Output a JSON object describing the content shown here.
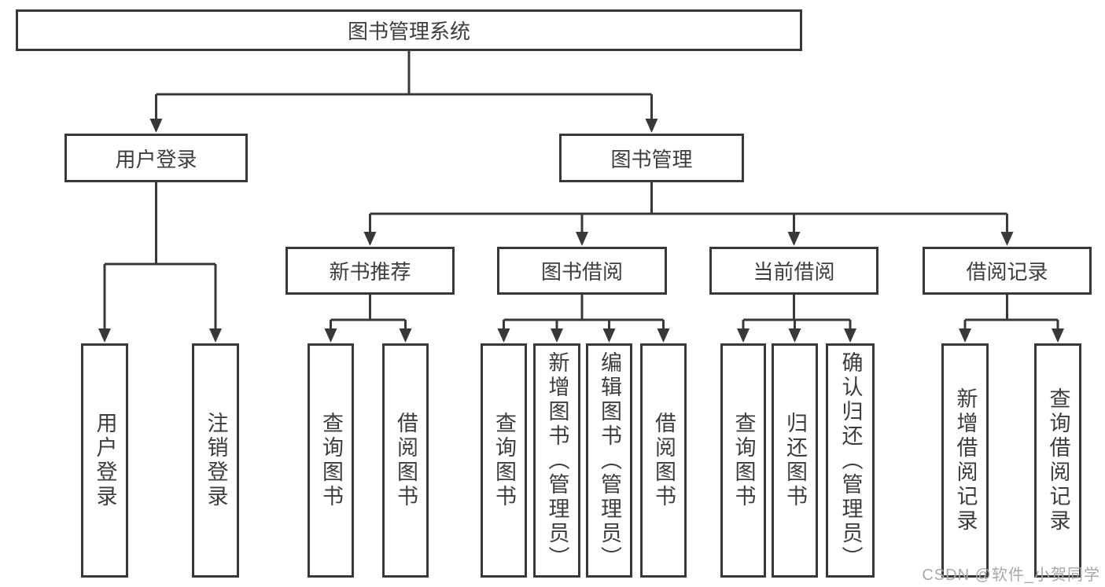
{
  "diagram": {
    "title": "图书管理系统",
    "user_login": {
      "label": "用户登录",
      "children": [
        {
          "label": "用户登录"
        },
        {
          "label": "注销登录"
        }
      ]
    },
    "book_management": {
      "label": "图书管理",
      "new_books": {
        "label": "新书推荐",
        "children": [
          {
            "label": "查询图书"
          },
          {
            "label": "借阅图书"
          }
        ]
      },
      "borrowing": {
        "label": "图书借阅",
        "children": [
          {
            "label": "查询图书"
          },
          {
            "label": "新增图书（管理员）"
          },
          {
            "label": "编辑图书（管理员）"
          },
          {
            "label": "借阅图书"
          }
        ]
      },
      "current": {
        "label": "当前借阅",
        "children": [
          {
            "label": "查询图书"
          },
          {
            "label": "归还图书"
          },
          {
            "label": "确认归还（管理员）"
          }
        ]
      },
      "records": {
        "label": "借阅记录",
        "children": [
          {
            "label": "新增借阅记录"
          },
          {
            "label": "查询借阅记录"
          }
        ]
      }
    }
  },
  "watermark": "CSDN @软件_小贺同学",
  "colors": {
    "line": "#383838",
    "text": "#3d3d3d",
    "watermark": "#a8a8a8",
    "background": "#ffffff"
  }
}
